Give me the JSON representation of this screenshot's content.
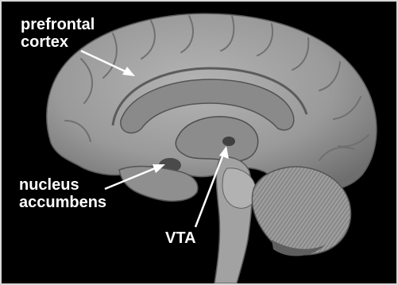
{
  "labels": {
    "prefrontal_cortex": "prefrontal\ncortex",
    "nucleus_accumbens": "nucleus\naccumbens",
    "vta": "VTA"
  },
  "colors": {
    "background": "#000000",
    "tissue_light": "#a9a9a9",
    "tissue_mid": "#8e8e8e",
    "tissue_dark": "#555555",
    "arrow": "#ffffff"
  }
}
